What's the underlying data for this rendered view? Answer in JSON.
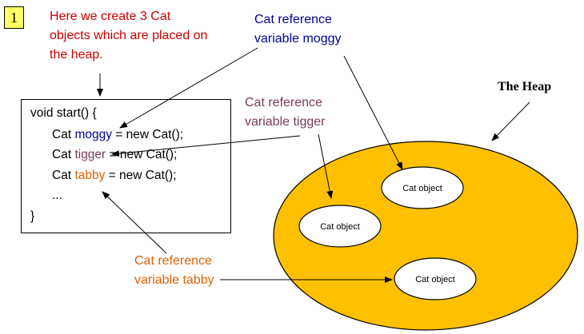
{
  "step": {
    "number": "1"
  },
  "notes": {
    "intro": "Here we create 3 Cat objects which are placed on the heap.",
    "moggy_line1": "Cat reference",
    "moggy_line2": "variable moggy",
    "tigger_line1": "Cat reference",
    "tigger_line2": "variable tigger",
    "tabby_line1": "Cat reference",
    "tabby_line2": "variable tabby"
  },
  "heap": {
    "title": "The Heap",
    "color": "#ffc000",
    "objects": [
      {
        "label": "Cat object"
      },
      {
        "label": "Cat object"
      },
      {
        "label": "Cat object"
      }
    ]
  },
  "code": {
    "line1": "void start() {",
    "cat_kw": "Cat",
    "moggy": "moggy",
    "tigger": "tigger",
    "tabby": "tabby",
    "rhs": " = new Cat();",
    "ellipsis": "...",
    "close": "}"
  },
  "colors": {
    "intro": "#cc0000",
    "moggy": "#000099",
    "tigger": "#7a3a5a",
    "tabby": "#e06000"
  }
}
